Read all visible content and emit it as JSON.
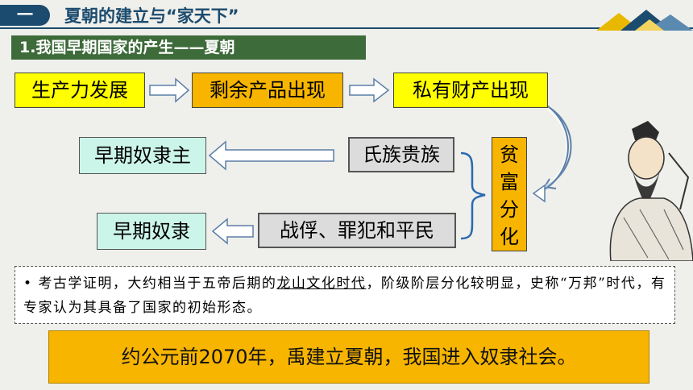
{
  "header": {
    "number": "一",
    "title": "夏朝的建立与“家天下”"
  },
  "section": {
    "title": "1.我国早期国家的产生——夏朝"
  },
  "flow": {
    "step1": "生产力发展",
    "step2": "剩余产品出现",
    "step3": "私有财产出现",
    "split": "贫富分化",
    "upper_class": "氏族贵族",
    "upper_result": "早期奴隶主",
    "lower_class": "战俘、罪犯和平民",
    "lower_result": "早期奴隶"
  },
  "note": {
    "bullet": "•",
    "part1": "考古学证明，大约相当于五帝后期的",
    "underlined": "龙山文化时代",
    "part2": "，阶级阶层分化较明显，史称“万邦”时代，有专家认为其具备了国家的初始形态。"
  },
  "bottom": {
    "text": "约公元前2070年，禹建立夏朝，我国进入奴隶社会。"
  },
  "colors": {
    "header_blue": "#1b4b6e",
    "banner_green": "#3e6b3a",
    "yellow": "#ffff00",
    "orange": "#f7b500",
    "mint": "#ccf5ea"
  }
}
